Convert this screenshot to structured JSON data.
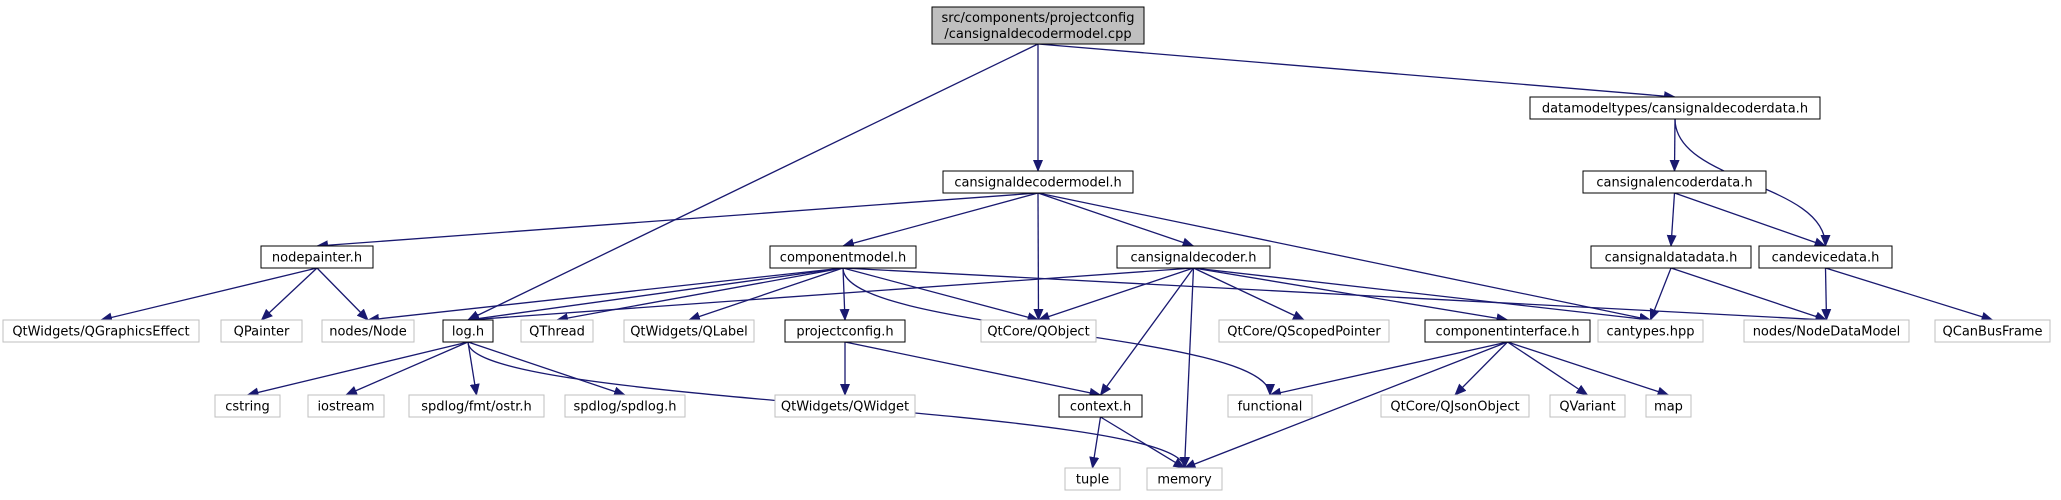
{
  "colors": {
    "edge": "#191970",
    "border": "#000000",
    "external_border": "#bfbfbf",
    "root_fill": "#bfbfbf",
    "fill": "#ffffff"
  },
  "nodes": {
    "root": {
      "lines": [
        "src/components/projectconfig",
        "/cansignaldecodermodel.cpp"
      ]
    },
    "cansignaldecodermodel_h": {
      "lines": [
        "cansignaldecodermodel.h"
      ]
    },
    "cansignaldecoderdata_h": {
      "lines": [
        "datamodeltypes/cansignaldecoderdata.h"
      ]
    },
    "cansignalencoderdata_h": {
      "lines": [
        "cansignalencoderdata.h"
      ]
    },
    "candevicedata_h": {
      "lines": [
        "candevicedata.h"
      ]
    },
    "cansignaldatadata_h": {
      "lines": [
        "cansignaldatadata.h"
      ]
    },
    "nodepainter_h": {
      "lines": [
        "nodepainter.h"
      ]
    },
    "componentmodel_h": {
      "lines": [
        "componentmodel.h"
      ]
    },
    "cansignaldecoder_h": {
      "lines": [
        "cansignaldecoder.h"
      ]
    },
    "log_h": {
      "lines": [
        "log.h"
      ]
    },
    "projectconfig_h": {
      "lines": [
        "projectconfig.h"
      ]
    },
    "componentinterface_h": {
      "lines": [
        "componentinterface.h"
      ]
    },
    "context_h": {
      "lines": [
        "context.h"
      ]
    },
    "qgraphicseffect": {
      "lines": [
        "QtWidgets/QGraphicsEffect"
      ]
    },
    "qpainter": {
      "lines": [
        "QPainter"
      ]
    },
    "nodes_node": {
      "lines": [
        "nodes/Node"
      ]
    },
    "qthread": {
      "lines": [
        "QThread"
      ]
    },
    "qlabel": {
      "lines": [
        "QtWidgets/QLabel"
      ]
    },
    "qobject": {
      "lines": [
        "QtCore/QObject"
      ]
    },
    "qscopedpointer": {
      "lines": [
        "QtCore/QScopedPointer"
      ]
    },
    "cantypes": {
      "lines": [
        "cantypes.hpp"
      ]
    },
    "nodedatamodel": {
      "lines": [
        "nodes/NodeDataModel"
      ]
    },
    "qcanbusframe": {
      "lines": [
        "QCanBusFrame"
      ]
    },
    "cstring": {
      "lines": [
        "cstring"
      ]
    },
    "iostream": {
      "lines": [
        "iostream"
      ]
    },
    "fmt_ostr": {
      "lines": [
        "spdlog/fmt/ostr.h"
      ]
    },
    "spdlog": {
      "lines": [
        "spdlog/spdlog.h"
      ]
    },
    "qwidget": {
      "lines": [
        "QtWidgets/QWidget"
      ]
    },
    "functional": {
      "lines": [
        "functional"
      ]
    },
    "qjsonobject": {
      "lines": [
        "QtCore/QJsonObject"
      ]
    },
    "qvariant": {
      "lines": [
        "QVariant"
      ]
    },
    "map": {
      "lines": [
        "map"
      ]
    },
    "tuple": {
      "lines": [
        "tuple"
      ]
    },
    "memory": {
      "lines": [
        "memory"
      ]
    }
  }
}
